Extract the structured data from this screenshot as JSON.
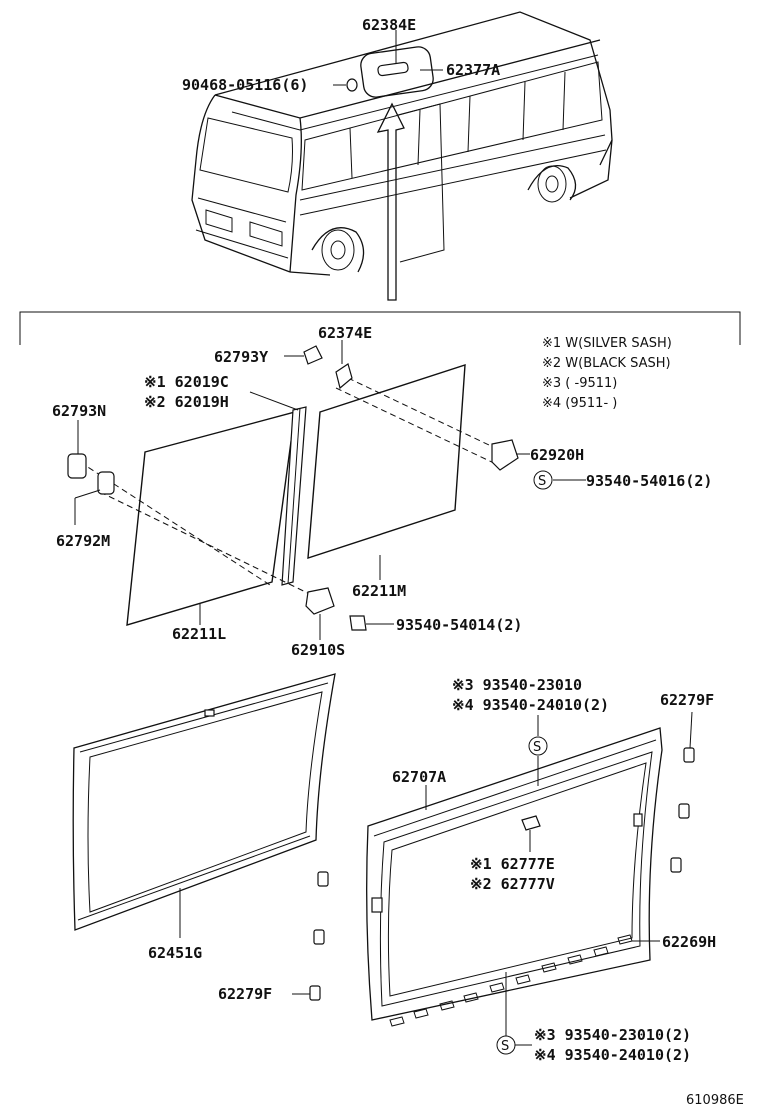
{
  "van_parts": {
    "p62384E": "62384E",
    "p62377A": "62377A",
    "p90468": "90468-05116(6)"
  },
  "notes": {
    "n1": "※1 W(SILVER SASH)",
    "n2": "※2 W(BLACK SASH)",
    "n3": "※3 (       -9511)",
    "n4": "※4 (9511-       )"
  },
  "window_parts": {
    "p62374E": "62374E",
    "p62793Y": "62793Y",
    "p62019C": "※1 62019C",
    "p62019H": "※2 62019H",
    "p62793N": "62793N",
    "p62792M": "62792M",
    "p62920H": "62920H",
    "p93540_54016": "93540-54016(2)",
    "p62211M": "62211M",
    "p62211L": "62211L",
    "p62910S": "62910S",
    "p93540_54014": "93540-54014(2)"
  },
  "frame_parts": {
    "p3_23010": "※3 93540-23010",
    "p4_24010": "※4 93540-24010(2)",
    "p62279F_top": "62279F",
    "p62707A": "62707A",
    "p62777E": "※1 62777E",
    "p62777V": "※2 62777V",
    "p62451G": "62451G",
    "p62269H": "62269H",
    "p62279F_bot": "62279F",
    "p3_23010b": "※3 93540-23010(2)",
    "p4_24010b": "※4 93540-24010(2)"
  },
  "screw_symbol": "S",
  "figure_id": "610986E"
}
